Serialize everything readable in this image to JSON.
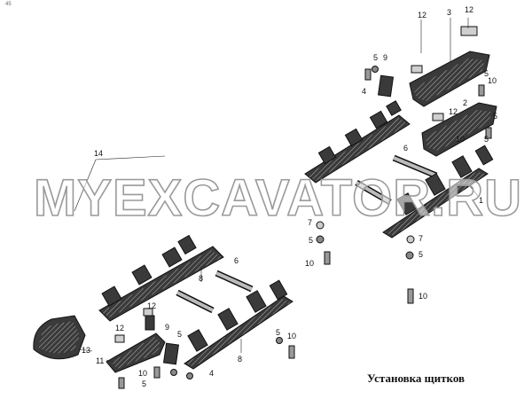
{
  "corner_mark": "45",
  "caption": "Установка щитков",
  "watermark": "MYEXCAVATOR.RU",
  "callouts": [
    "12",
    "3",
    "12",
    "5",
    "9",
    "4",
    "5",
    "10",
    "2",
    "12",
    "5",
    "5",
    "6",
    "10",
    "1",
    "14",
    "7",
    "5",
    "10",
    "7",
    "5",
    "6",
    "8",
    "10",
    "12",
    "12",
    "9",
    "5",
    "8",
    "5",
    "10",
    "13",
    "11",
    "10",
    "5",
    "4"
  ]
}
